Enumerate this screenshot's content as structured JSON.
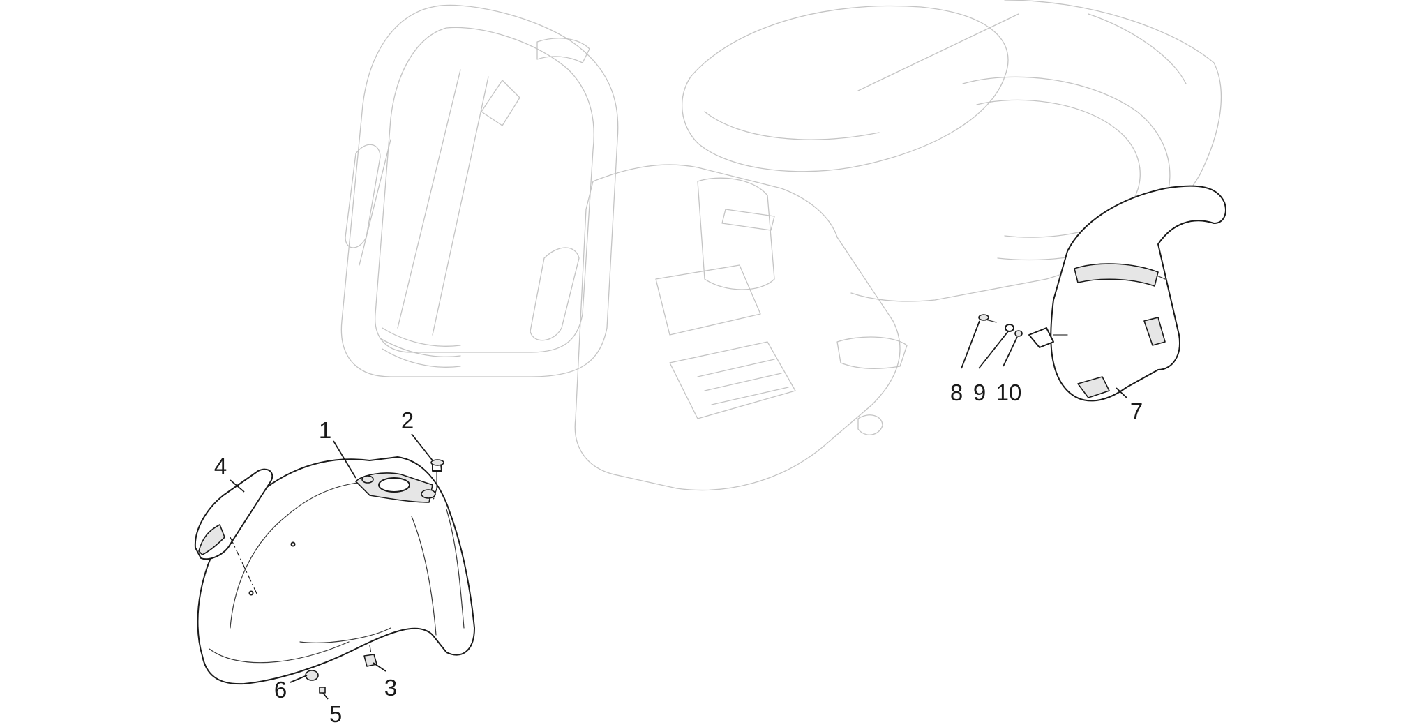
{
  "callouts": [
    {
      "id": "1",
      "label": "1"
    },
    {
      "id": "2",
      "label": "2"
    },
    {
      "id": "3",
      "label": "3"
    },
    {
      "id": "4",
      "label": "4"
    },
    {
      "id": "5",
      "label": "5"
    },
    {
      "id": "6",
      "label": "6"
    },
    {
      "id": "7",
      "label": "7"
    },
    {
      "id": "8",
      "label": "8"
    },
    {
      "id": "9",
      "label": "9"
    },
    {
      "id": "10",
      "label": "10"
    }
  ],
  "colors": {
    "part_stroke": "#1a1a1a",
    "ghost_stroke": "#c4c4c4",
    "background": "#ffffff"
  }
}
